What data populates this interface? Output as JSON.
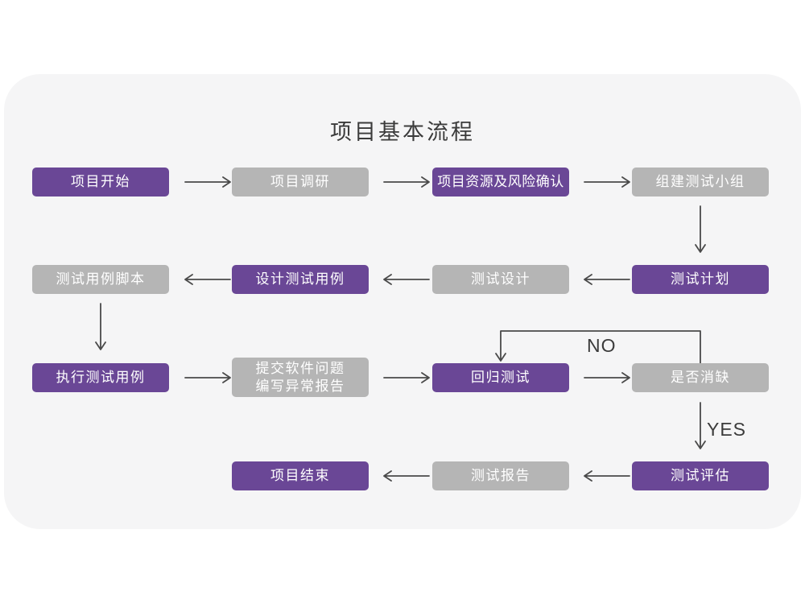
{
  "title": "项目基本流程",
  "colors": {
    "primary": "#6A4796",
    "secondary": "#B5B5B5",
    "card_bg": "#F5F5F6",
    "arrow": "#4A4A4A",
    "node_text": "#FFFFFF",
    "heading_text": "#3B3B3B",
    "page_bg": "#FFFFFF"
  },
  "decision_labels": {
    "no": "NO",
    "yes": "YES"
  },
  "nodes": [
    {
      "id": "project-start",
      "label": "项目开始",
      "style": "purple"
    },
    {
      "id": "project-research",
      "label": "项目调研",
      "style": "gray"
    },
    {
      "id": "resources-risk-confirm",
      "label": "项目资源及风险确认",
      "style": "purple"
    },
    {
      "id": "build-test-team",
      "label": "组建测试小组",
      "style": "gray"
    },
    {
      "id": "test-case-script",
      "label": "测试用例脚本",
      "style": "gray"
    },
    {
      "id": "design-test-cases",
      "label": "设计测试用例",
      "style": "purple"
    },
    {
      "id": "test-design",
      "label": "测试设计",
      "style": "gray"
    },
    {
      "id": "test-plan",
      "label": "测试计划",
      "style": "purple"
    },
    {
      "id": "execute-test-cases",
      "label": "执行测试用例",
      "style": "purple"
    },
    {
      "id": "submit-issue-report",
      "label": "提交软件问题\n编写异常报告",
      "style": "gray"
    },
    {
      "id": "regression-test",
      "label": "回归测试",
      "style": "purple"
    },
    {
      "id": "defect-cleared",
      "label": "是否消缺",
      "style": "gray"
    },
    {
      "id": "project-end",
      "label": "项目结束",
      "style": "purple"
    },
    {
      "id": "test-report",
      "label": "测试报告",
      "style": "gray"
    },
    {
      "id": "test-evaluation",
      "label": "测试评估",
      "style": "purple"
    }
  ],
  "edges": [
    {
      "from": "project-start",
      "to": "project-research",
      "label": ""
    },
    {
      "from": "project-research",
      "to": "resources-risk-confirm",
      "label": ""
    },
    {
      "from": "resources-risk-confirm",
      "to": "build-test-team",
      "label": ""
    },
    {
      "from": "build-test-team",
      "to": "test-plan",
      "label": ""
    },
    {
      "from": "test-plan",
      "to": "test-design",
      "label": ""
    },
    {
      "from": "test-design",
      "to": "design-test-cases",
      "label": ""
    },
    {
      "from": "design-test-cases",
      "to": "test-case-script",
      "label": ""
    },
    {
      "from": "test-case-script",
      "to": "execute-test-cases",
      "label": ""
    },
    {
      "from": "execute-test-cases",
      "to": "submit-issue-report",
      "label": ""
    },
    {
      "from": "submit-issue-report",
      "to": "regression-test",
      "label": ""
    },
    {
      "from": "regression-test",
      "to": "defect-cleared",
      "label": ""
    },
    {
      "from": "defect-cleared",
      "to": "regression-test",
      "label": "NO"
    },
    {
      "from": "defect-cleared",
      "to": "test-evaluation",
      "label": "YES"
    },
    {
      "from": "test-evaluation",
      "to": "test-report",
      "label": ""
    },
    {
      "from": "test-report",
      "to": "project-end",
      "label": ""
    }
  ]
}
